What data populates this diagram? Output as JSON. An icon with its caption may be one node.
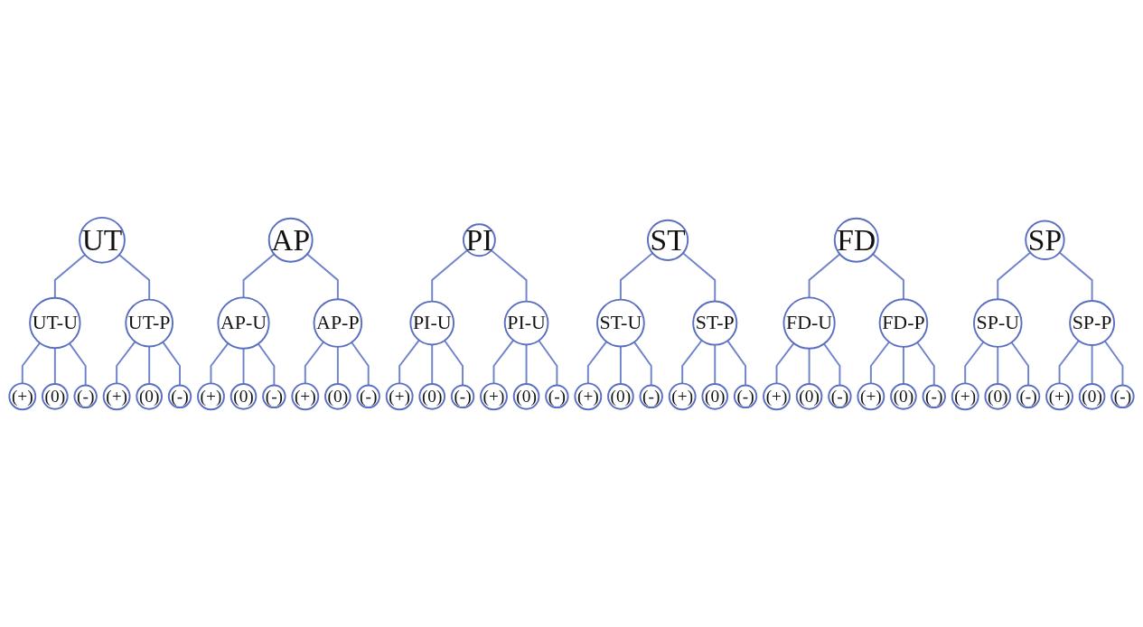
{
  "diagram": {
    "nodes": [
      {
        "text": [
          "UT"
        ]
      },
      {
        "text": [
          "UT-U"
        ]
      },
      {
        "text": [
          "(+)"
        ]
      },
      {
        "text": [
          "(0)"
        ]
      },
      {
        "text": [
          "(-)"
        ]
      },
      {
        "text": [
          "UT-P"
        ]
      },
      {
        "text": [
          "(+)"
        ]
      },
      {
        "text": [
          "(0)"
        ]
      },
      {
        "text": [
          "(-)"
        ]
      },
      {
        "text": [
          "AP"
        ]
      },
      {
        "text": [
          "AP-U"
        ]
      },
      {
        "text": [
          "(+)"
        ]
      },
      {
        "text": [
          "(0)"
        ]
      },
      {
        "text": [
          "(-)"
        ]
      },
      {
        "text": [
          "AP-P"
        ]
      },
      {
        "text": [
          "(+)"
        ]
      },
      {
        "text": [
          "(0)"
        ]
      },
      {
        "text": [
          "(-)"
        ]
      },
      {
        "text": [
          "PI"
        ]
      },
      {
        "text": [
          "PI-U"
        ]
      },
      {
        "text": [
          "(+)"
        ]
      },
      {
        "text": [
          "(0)"
        ]
      },
      {
        "text": [
          "(-)"
        ]
      },
      {
        "text": [
          "PI-U"
        ]
      },
      {
        "text": [
          "(+)"
        ]
      },
      {
        "text": [
          "(0)"
        ]
      },
      {
        "text": [
          "(-)"
        ]
      },
      {
        "text": [
          "ST"
        ]
      },
      {
        "text": [
          "ST-U"
        ]
      },
      {
        "text": [
          "(+)"
        ]
      },
      {
        "text": [
          "(0)"
        ]
      },
      {
        "text": [
          "(-)"
        ]
      },
      {
        "text": [
          "ST-P"
        ]
      },
      {
        "text": [
          "(+)"
        ]
      },
      {
        "text": [
          "(0)"
        ]
      },
      {
        "text": [
          "(-)"
        ]
      },
      {
        "text": [
          "FD"
        ]
      },
      {
        "text": [
          "FD-U"
        ]
      },
      {
        "text": [
          "(+)"
        ]
      },
      {
        "text": [
          "(0)"
        ]
      },
      {
        "text": [
          "(-)"
        ]
      },
      {
        "text": [
          "FD-P"
        ]
      },
      {
        "text": [
          "(+)"
        ]
      },
      {
        "text": [
          "(0)"
        ]
      },
      {
        "text": [
          "(-)"
        ]
      },
      {
        "text": [
          "SP"
        ]
      },
      {
        "text": [
          "SP-U"
        ]
      },
      {
        "text": [
          "(+)"
        ]
      },
      {
        "text": [
          "(0)"
        ]
      },
      {
        "text": [
          "(-)"
        ]
      },
      {
        "text": [
          "SP-P"
        ]
      },
      {
        "text": [
          "(+)"
        ]
      },
      {
        "text": [
          "(0)"
        ]
      },
      {
        "text": [
          "(-)"
        ]
      }
    ],
    "edges": [
      {
        "from": 0,
        "to": 1,
        "arrow": "none"
      },
      {
        "from": 1,
        "to": 2,
        "arrow": "none"
      },
      {
        "from": 1,
        "to": 3,
        "arrow": "none"
      },
      {
        "from": 1,
        "to": 4,
        "arrow": "none"
      },
      {
        "from": 0,
        "to": 5,
        "arrow": "none"
      },
      {
        "from": 5,
        "to": 6,
        "arrow": "none"
      },
      {
        "from": 5,
        "to": 7,
        "arrow": "none"
      },
      {
        "from": 5,
        "to": 8,
        "arrow": "none"
      },
      {
        "from": 9,
        "to": 10,
        "arrow": "none"
      },
      {
        "from": 10,
        "to": 11,
        "arrow": "none"
      },
      {
        "from": 10,
        "to": 12,
        "arrow": "none"
      },
      {
        "from": 10,
        "to": 13,
        "arrow": "none"
      },
      {
        "from": 9,
        "to": 14,
        "arrow": "none"
      },
      {
        "from": 14,
        "to": 15,
        "arrow": "none"
      },
      {
        "from": 14,
        "to": 16,
        "arrow": "none"
      },
      {
        "from": 14,
        "to": 17,
        "arrow": "none"
      },
      {
        "from": 18,
        "to": 19,
        "arrow": "none"
      },
      {
        "from": 19,
        "to": 20,
        "arrow": "none"
      },
      {
        "from": 19,
        "to": 21,
        "arrow": "none"
      },
      {
        "from": 19,
        "to": 22,
        "arrow": "none"
      },
      {
        "from": 18,
        "to": 23,
        "arrow": "none"
      },
      {
        "from": 23,
        "to": 24,
        "arrow": "none"
      },
      {
        "from": 23,
        "to": 25,
        "arrow": "none"
      },
      {
        "from": 23,
        "to": 26,
        "arrow": "none"
      },
      {
        "from": 27,
        "to": 28,
        "arrow": "none"
      },
      {
        "from": 28,
        "to": 29,
        "arrow": "none"
      },
      {
        "from": 28,
        "to": 30,
        "arrow": "none"
      },
      {
        "from": 28,
        "to": 31,
        "arrow": "none"
      },
      {
        "from": 27,
        "to": 32,
        "arrow": "none"
      },
      {
        "from": 32,
        "to": 33,
        "arrow": "none"
      },
      {
        "from": 32,
        "to": 34,
        "arrow": "none"
      },
      {
        "from": 32,
        "to": 35,
        "arrow": "none"
      },
      {
        "from": 36,
        "to": 37,
        "arrow": "none"
      },
      {
        "from": 37,
        "to": 38,
        "arrow": "none"
      },
      {
        "from": 37,
        "to": 39,
        "arrow": "none"
      },
      {
        "from": 37,
        "to": 40,
        "arrow": "none"
      },
      {
        "from": 36,
        "to": 41,
        "arrow": "none"
      },
      {
        "from": 41,
        "to": 42,
        "arrow": "none"
      },
      {
        "from": 41,
        "to": 43,
        "arrow": "none"
      },
      {
        "from": 41,
        "to": 44,
        "arrow": "none"
      },
      {
        "from": 45,
        "to": 46,
        "arrow": "none"
      },
      {
        "from": 46,
        "to": 47,
        "arrow": "none"
      },
      {
        "from": 46,
        "to": 48,
        "arrow": "none"
      },
      {
        "from": 46,
        "to": 49,
        "arrow": "none"
      },
      {
        "from": 45,
        "to": 50,
        "arrow": "none"
      },
      {
        "from": 50,
        "to": 51,
        "arrow": "none"
      },
      {
        "from": 50,
        "to": 52,
        "arrow": "none"
      },
      {
        "from": 50,
        "to": 53,
        "arrow": "none"
      }
    ]
  }
}
